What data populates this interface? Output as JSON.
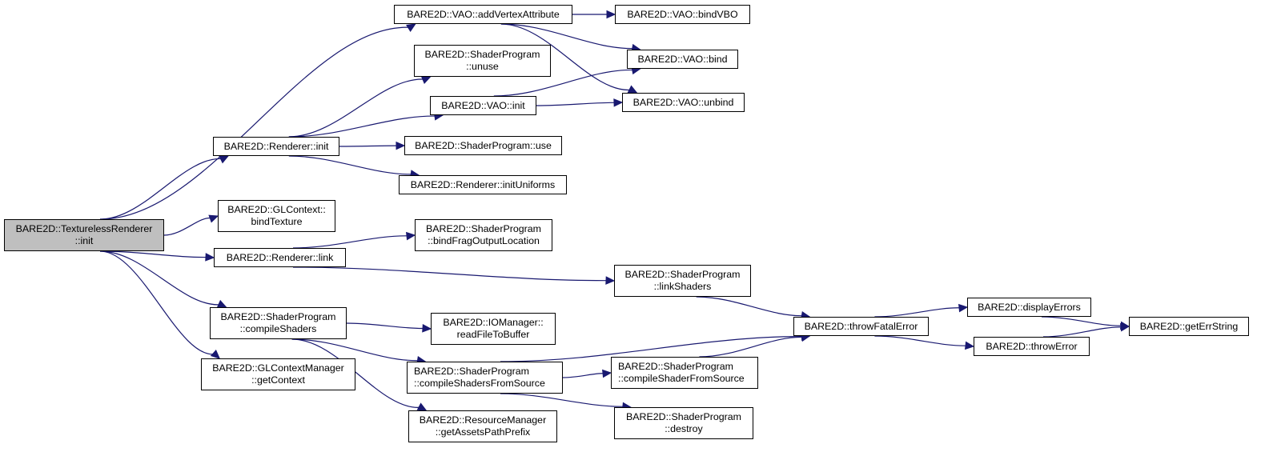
{
  "graph": {
    "title": "Call graph for BARE2D::TexturelessRenderer::init",
    "colors": {
      "edge": "#191970",
      "root_fill": "#bfbfbf",
      "node_fill": "#ffffff",
      "border": "#000000"
    },
    "nodes": [
      {
        "id": "root",
        "lines": [
          "BARE2D::TexturelessRenderer",
          "::init"
        ],
        "align": "center",
        "root": true
      },
      {
        "id": "addVertexAttribute",
        "lines": [
          "BARE2D::VAO::addVertexAttribute"
        ],
        "align": "center"
      },
      {
        "id": "bindVBO",
        "lines": [
          "BARE2D::VAO::bindVBO"
        ],
        "align": "center"
      },
      {
        "id": "vaoBind",
        "lines": [
          "BARE2D::VAO::bind"
        ],
        "align": "center"
      },
      {
        "id": "unuse",
        "lines": [
          "BARE2D::ShaderProgram",
          "::unuse"
        ],
        "align": "center"
      },
      {
        "id": "vaoInit",
        "lines": [
          "BARE2D::VAO::init"
        ],
        "align": "center"
      },
      {
        "id": "vaoUnbind",
        "lines": [
          "BARE2D::VAO::unbind"
        ],
        "align": "center"
      },
      {
        "id": "rendererInit",
        "lines": [
          "BARE2D::Renderer::init"
        ],
        "align": "center"
      },
      {
        "id": "use",
        "lines": [
          "BARE2D::ShaderProgram::use"
        ],
        "align": "center"
      },
      {
        "id": "initUniforms",
        "lines": [
          "BARE2D::Renderer::initUniforms"
        ],
        "align": "center"
      },
      {
        "id": "bindTexture",
        "lines": [
          "BARE2D::GLContext::",
          "bindTexture"
        ],
        "align": "center"
      },
      {
        "id": "link",
        "lines": [
          "BARE2D::Renderer::link"
        ],
        "align": "center"
      },
      {
        "id": "bindFragOutputLocation",
        "lines": [
          "BARE2D::ShaderProgram",
          "::bindFragOutputLocation"
        ],
        "align": "center"
      },
      {
        "id": "linkShaders",
        "lines": [
          "BARE2D::ShaderProgram",
          "::linkShaders"
        ],
        "align": "center"
      },
      {
        "id": "compileShaders",
        "lines": [
          "BARE2D::ShaderProgram",
          "::compileShaders"
        ],
        "align": "center"
      },
      {
        "id": "readFileToBuffer",
        "lines": [
          "BARE2D::IOManager::",
          "readFileToBuffer"
        ],
        "align": "center"
      },
      {
        "id": "throwFatalError",
        "lines": [
          "BARE2D::throwFatalError"
        ],
        "align": "center"
      },
      {
        "id": "displayErrors",
        "lines": [
          "BARE2D::displayErrors"
        ],
        "align": "center"
      },
      {
        "id": "throwError",
        "lines": [
          "BARE2D::throwError"
        ],
        "align": "center"
      },
      {
        "id": "getErrString",
        "lines": [
          "BARE2D::getErrString"
        ],
        "align": "center"
      },
      {
        "id": "getContext",
        "lines": [
          "BARE2D::GLContextManager",
          "::getContext"
        ],
        "align": "center"
      },
      {
        "id": "compileShadersFromSource",
        "lines": [
          "BARE2D::ShaderProgram",
          "::compileShadersFromSource"
        ],
        "align": "left"
      },
      {
        "id": "compileShaderFromSource",
        "lines": [
          "BARE2D::ShaderProgram",
          "::compileShaderFromSource"
        ],
        "align": "left"
      },
      {
        "id": "getAssetsPathPrefix",
        "lines": [
          "BARE2D::ResourceManager",
          "::getAssetsPathPrefix"
        ],
        "align": "center"
      },
      {
        "id": "destroy",
        "lines": [
          "BARE2D::ShaderProgram",
          "::destroy"
        ],
        "align": "center"
      }
    ],
    "edges": [
      [
        "root",
        "addVertexAttribute"
      ],
      [
        "root",
        "rendererInit"
      ],
      [
        "root",
        "bindTexture"
      ],
      [
        "root",
        "link"
      ],
      [
        "root",
        "compileShaders"
      ],
      [
        "root",
        "getContext"
      ],
      [
        "addVertexAttribute",
        "bindVBO"
      ],
      [
        "addVertexAttribute",
        "vaoBind"
      ],
      [
        "addVertexAttribute",
        "vaoUnbind"
      ],
      [
        "rendererInit",
        "unuse"
      ],
      [
        "rendererInit",
        "vaoInit"
      ],
      [
        "rendererInit",
        "use"
      ],
      [
        "rendererInit",
        "initUniforms"
      ],
      [
        "vaoInit",
        "vaoBind"
      ],
      [
        "vaoInit",
        "vaoUnbind"
      ],
      [
        "link",
        "bindFragOutputLocation"
      ],
      [
        "link",
        "linkShaders"
      ],
      [
        "linkShaders",
        "throwFatalError"
      ],
      [
        "compileShaders",
        "readFileToBuffer"
      ],
      [
        "compileShaders",
        "compileShadersFromSource"
      ],
      [
        "compileShaders",
        "getAssetsPathPrefix"
      ],
      [
        "compileShadersFromSource",
        "throwFatalError"
      ],
      [
        "compileShadersFromSource",
        "compileShaderFromSource"
      ],
      [
        "compileShadersFromSource",
        "destroy"
      ],
      [
        "compileShaderFromSource",
        "throwFatalError"
      ],
      [
        "throwFatalError",
        "displayErrors"
      ],
      [
        "throwFatalError",
        "throwError"
      ],
      [
        "displayErrors",
        "getErrString"
      ],
      [
        "throwError",
        "getErrString"
      ]
    ]
  }
}
